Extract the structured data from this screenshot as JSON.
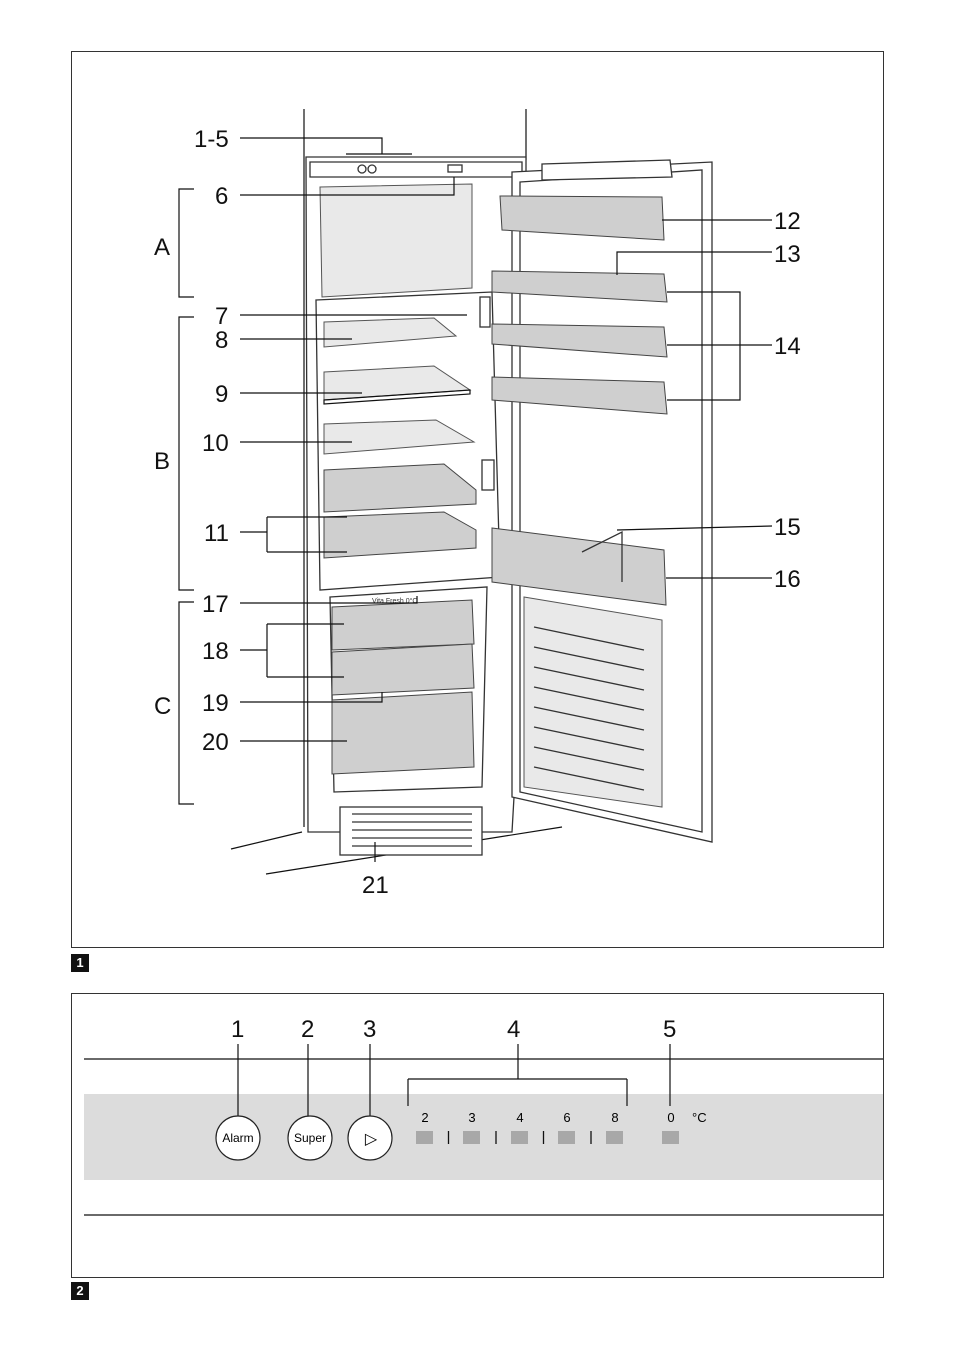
{
  "figure1": {
    "number": "1",
    "labels": {
      "l1_5": "1-5",
      "l6": "6",
      "l7": "7",
      "l8": "8",
      "l9": "9",
      "l10": "10",
      "l11": "11",
      "l12": "12",
      "l13": "13",
      "l14": "14",
      "l15": "15",
      "l16": "16",
      "l17": "17",
      "l18": "18",
      "l19": "19",
      "l20": "20",
      "l21": "21"
    },
    "zones": {
      "a": "A",
      "b": "B",
      "c": "C"
    },
    "vita_fresh_text": "Vita Fresh 0°C"
  },
  "figure2": {
    "number": "2",
    "callouts": {
      "c1": "1",
      "c2": "2",
      "c3": "3",
      "c4": "4",
      "c5": "5"
    },
    "buttons": {
      "alarm": "Alarm",
      "super": "Super",
      "play_symbol": "▷"
    },
    "temp_scale": [
      "2",
      "3",
      "4",
      "6",
      "8"
    ],
    "zero_label": "0",
    "unit": "°C",
    "panel_color": "#dcdcdc",
    "indicator_color": "#a8a8a8"
  }
}
